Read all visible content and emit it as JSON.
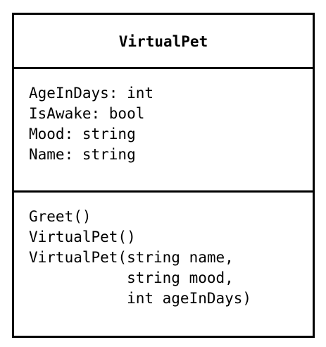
{
  "uml_class": {
    "name": "VirtualPet",
    "attributes": [
      "AgeInDays: int",
      "IsAwake: bool",
      "Mood: string",
      "Name: string"
    ],
    "operations": [
      "Greet()",
      "VirtualPet()",
      "VirtualPet(string name,",
      "           string mood,",
      "           int ageInDays)"
    ]
  }
}
